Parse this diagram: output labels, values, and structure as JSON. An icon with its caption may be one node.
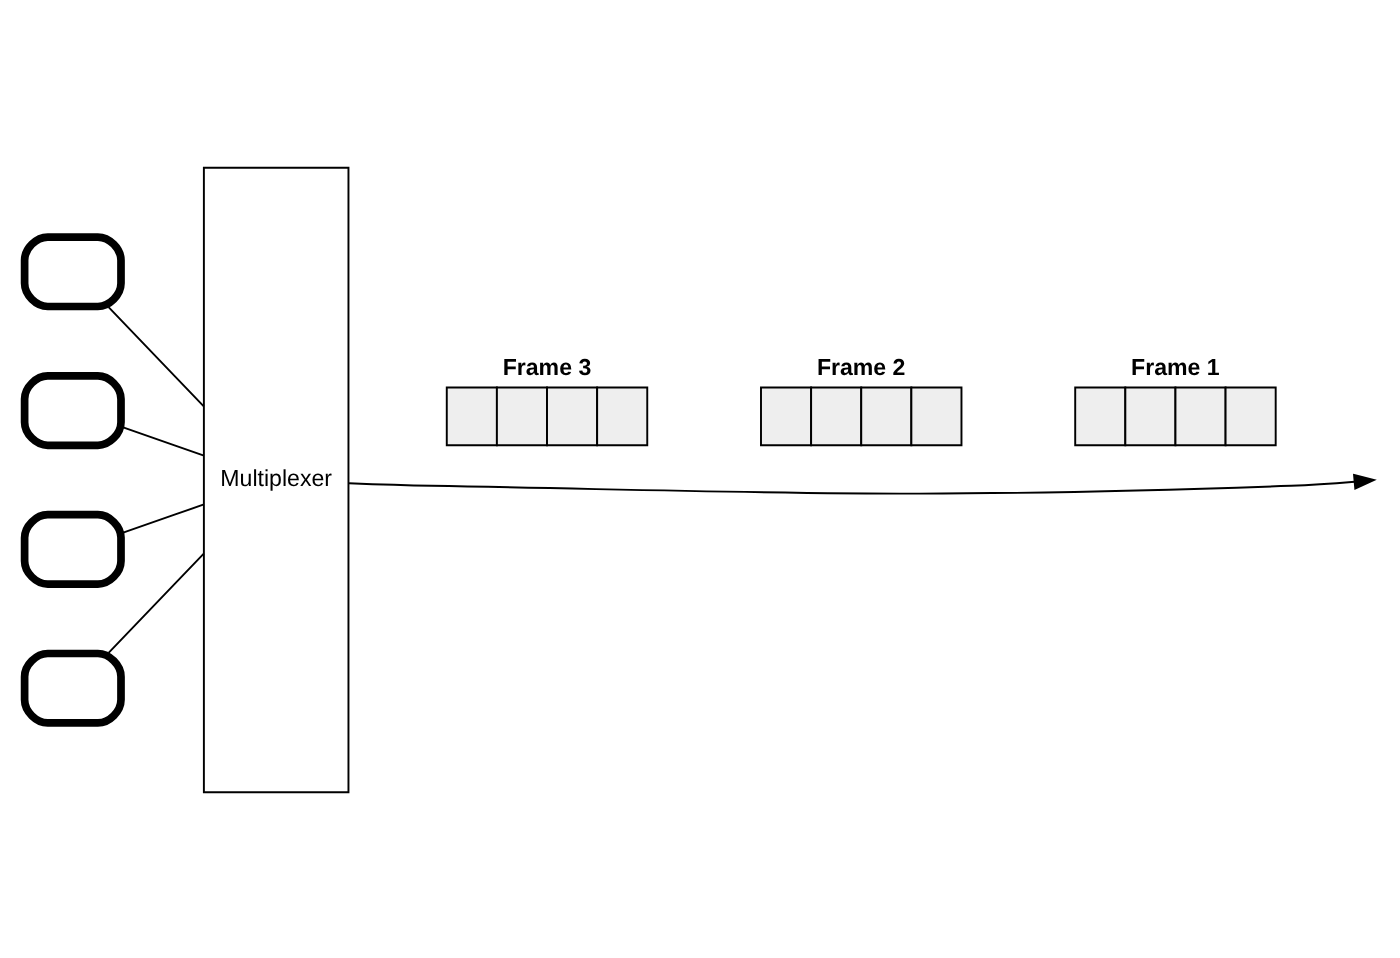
{
  "diagram": {
    "nodes": [
      {
        "text": [],
        "shape": "box"
      },
      {
        "text": [],
        "shape": "box"
      },
      {
        "text": [],
        "shape": "box"
      },
      {
        "text": [],
        "shape": "box"
      },
      {
        "text": [
          "Multiplexer"
        ]
      },
      {
        "text": [
          "Frame 3"
        ]
      },
      {
        "text": [
          "Frame 2"
        ]
      },
      {
        "text": [
          "Frame 1"
        ]
      }
    ],
    "edges": [
      {
        "from": 0,
        "to": 4,
        "arrow": "none"
      },
      {
        "from": 1,
        "to": 4,
        "arrow": "none"
      },
      {
        "from": 2,
        "to": 4,
        "arrow": "none"
      },
      {
        "from": 3,
        "to": 4,
        "arrow": "none"
      },
      {
        "from": 4,
        "to": null,
        "arrow": "to"
      }
    ]
  }
}
